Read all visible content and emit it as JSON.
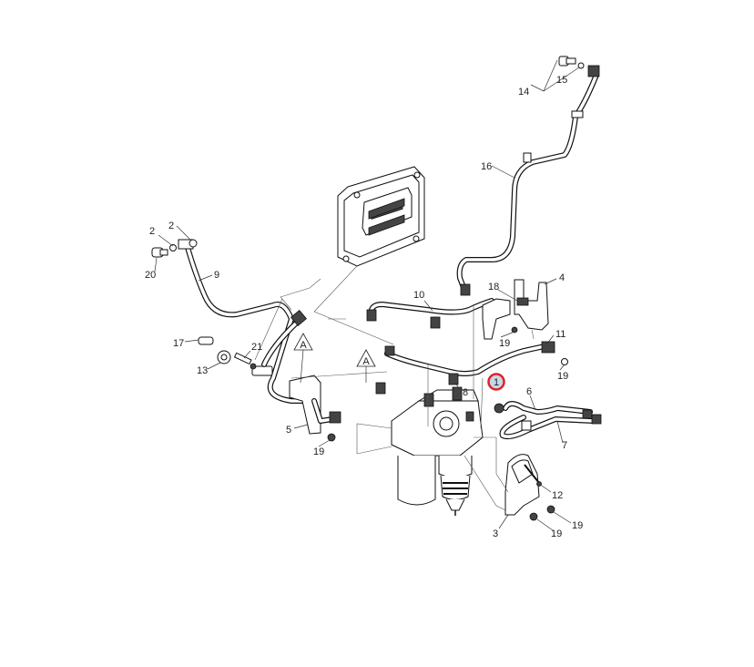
{
  "diagram": {
    "title": "Fuel system parts diagram",
    "callouts": [
      {
        "id": "c2a",
        "text": "2"
      },
      {
        "id": "c2b",
        "text": "2"
      },
      {
        "id": "c20",
        "text": "20"
      },
      {
        "id": "c9",
        "text": "9"
      },
      {
        "id": "c17",
        "text": "17"
      },
      {
        "id": "c13",
        "text": "13"
      },
      {
        "id": "c21",
        "text": "21"
      },
      {
        "id": "c5",
        "text": "5"
      },
      {
        "id": "c19a",
        "text": "19"
      },
      {
        "id": "c10",
        "text": "10"
      },
      {
        "id": "c8",
        "text": "8"
      },
      {
        "id": "c18",
        "text": "18"
      },
      {
        "id": "c4",
        "text": "4"
      },
      {
        "id": "c19b",
        "text": "19"
      },
      {
        "id": "c11",
        "text": "11"
      },
      {
        "id": "c19c",
        "text": "19"
      },
      {
        "id": "c6",
        "text": "6"
      },
      {
        "id": "c7",
        "text": "7"
      },
      {
        "id": "c12",
        "text": "12"
      },
      {
        "id": "c19d",
        "text": "19"
      },
      {
        "id": "c3",
        "text": "3"
      },
      {
        "id": "c19e",
        "text": "19"
      },
      {
        "id": "c14",
        "text": "14"
      },
      {
        "id": "c15",
        "text": "15"
      },
      {
        "id": "c16",
        "text": "16"
      }
    ],
    "reference_markers": [
      {
        "id": "refA1",
        "text": "A"
      },
      {
        "id": "refA2",
        "text": "A"
      }
    ],
    "highlighted": {
      "text": "1",
      "fill": "#c9d6e6",
      "ring": "#e0202a"
    }
  }
}
